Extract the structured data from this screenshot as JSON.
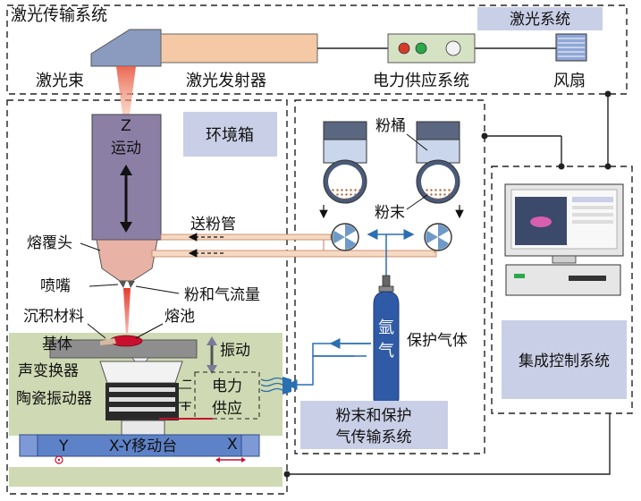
{
  "labels": {
    "laser_transmission_system": "激光传输系统",
    "laser_system": "激光系统",
    "laser_beam": "激光束",
    "laser_emitter": "激光发射器",
    "power_supply_system": "电力供应系统",
    "fan": "风扇",
    "z_axis": "Z",
    "z_motion": "运动",
    "environment_box": "环境箱",
    "powder_barrel": "粉桶",
    "powder": "粉末",
    "powder_feed_tube": "送粉管",
    "cladding_head": "熔覆头",
    "nozzle": "喷嘴",
    "powder_gas_flow": "粉和气流量",
    "deposited_material": "沉积材料",
    "melt_pool": "熔池",
    "substrate": "基体",
    "vibration": "振动",
    "acoustic_transducer": "声变换器",
    "ceramic_vibrator": "陶瓷振动器",
    "power_line1": "电力",
    "power_line2": "供应",
    "minus_sign": "−",
    "plus_sign": "+",
    "xy_stage": "X-Y移动台",
    "y_axis": "Y",
    "x_axis": "X",
    "argon_char1": "氩",
    "argon_char2": "气",
    "shielding_gas": "保护气体",
    "powder_gas_system_line1": "粉末和保护",
    "powder_gas_system_line2": "气传输系统",
    "integrated_control_system": "集成控制系统"
  },
  "colors": {
    "laser_head": "#8a9bbf",
    "laser_tube": "#f5c9a6",
    "z_column": "#8c7fa6",
    "cladding_head": "#e8b3a6",
    "base_area": "#cfd9b3",
    "xy_stage": "#5e82c8",
    "label_box": "#c9cfe6",
    "argon_cylinder": "#2f5aa6",
    "flow_arrow": "#2a6fb0",
    "laser": "#e23b2b",
    "melt_pool": "#c8102e"
  }
}
